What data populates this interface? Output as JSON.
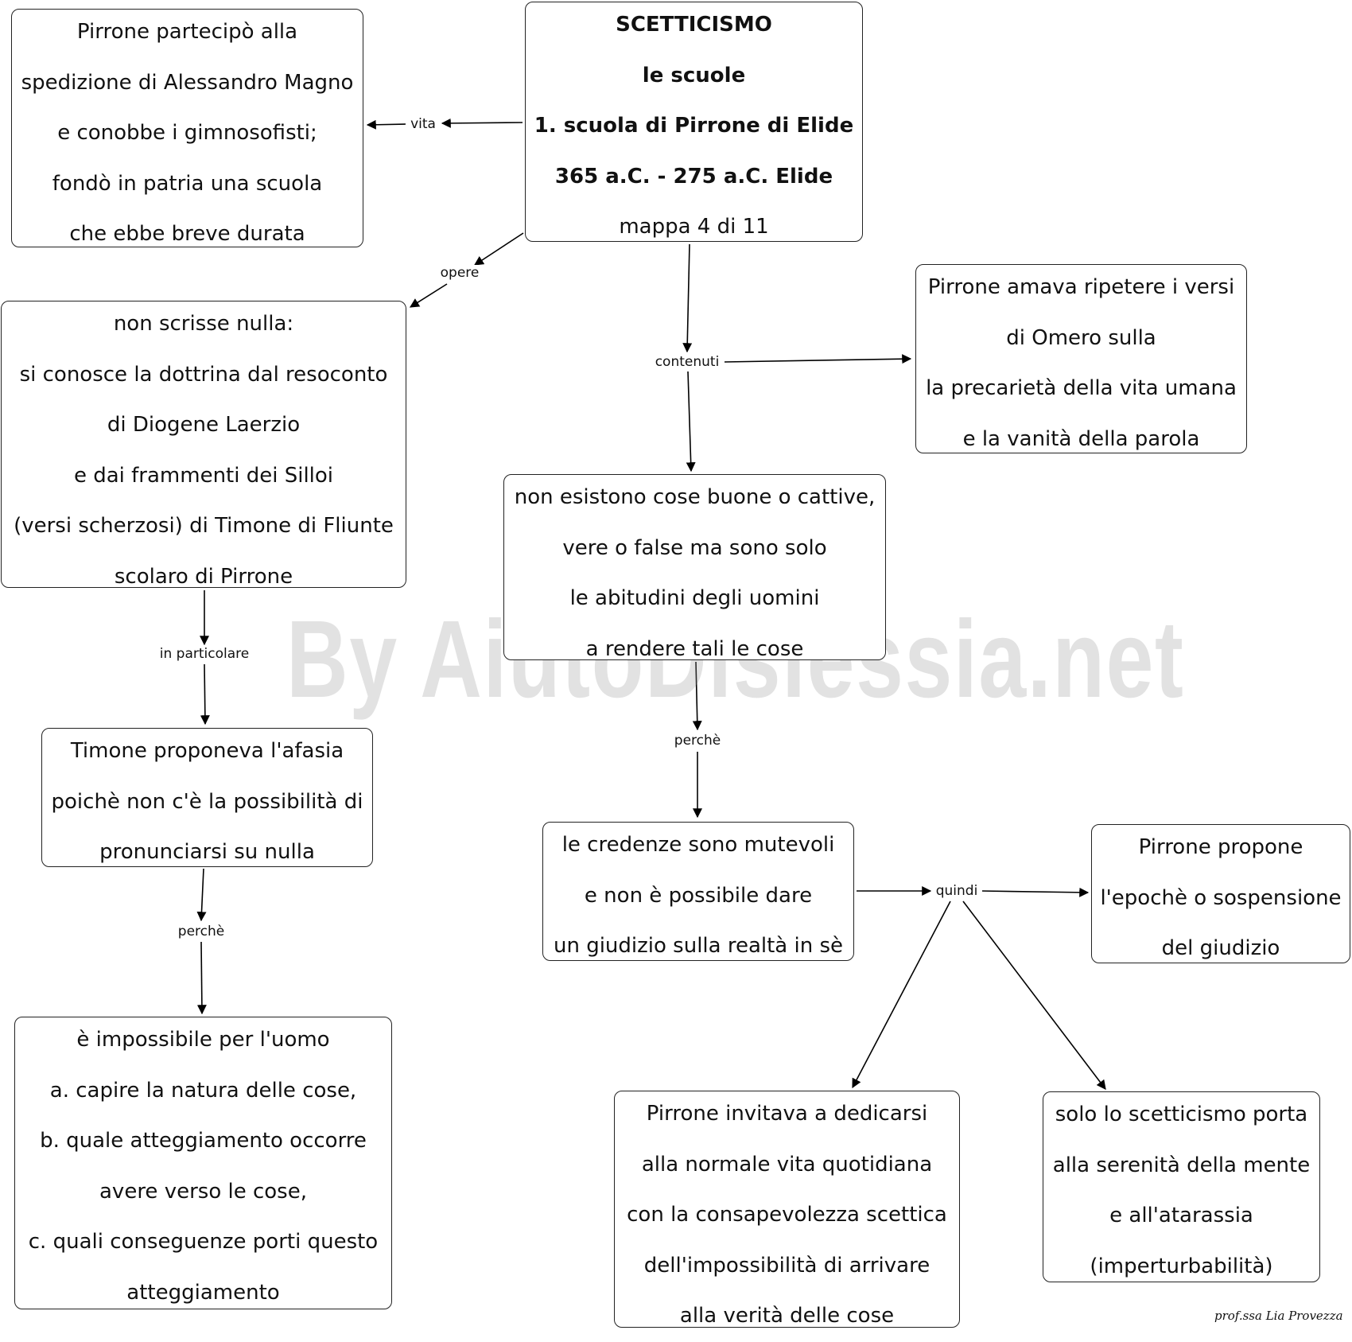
{
  "nodes": {
    "root": [
      "SCETTICISMO",
      "le scuole",
      "1. scuola di Pirrone di Elide",
      "365 a.C. - 275 a.C. Elide",
      "mappa 4 di 11"
    ],
    "vita": [
      "Pirrone partecipò alla",
      "spedizione di Alessandro Magno",
      "e conobbe i gimnosofisti;",
      "fondò in patria una scuola",
      "che ebbe breve durata"
    ],
    "opere": [
      "non scrisse nulla:",
      "si conosce la dottrina dal resoconto",
      "di Diogene Laerzio",
      "e dai frammenti dei Silloi",
      "(versi scherzosi) di Timone di Fliunte",
      "scolaro di Pirrone"
    ],
    "omero": [
      "Pirrone amava ripetere i versi",
      "di Omero sulla",
      "la precarietà della vita umana",
      "e la vanità della parola"
    ],
    "cose": [
      "non esistono cose buone o cattive,",
      "vere o false ma sono solo",
      "le abitudini degli uomini",
      "a rendere tali le cose"
    ],
    "timone": [
      "Timone proponeva l'afasia",
      "poichè non c'è la possibilità di",
      "pronunciarsi su nulla"
    ],
    "credenze": [
      "le credenze sono mutevoli",
      "e non è possibile dare",
      "un giudizio sulla realtà in sè"
    ],
    "epoche": [
      "Pirrone propone",
      "l'epochè o sospensione",
      "del giudizio"
    ],
    "uomo": [
      "è impossibile per l'uomo",
      "a. capire la natura delle cose,",
      "b. quale atteggiamento occorre",
      "avere verso le cose,",
      "c. quali conseguenze porti questo",
      "atteggiamento"
    ],
    "quotidiana": [
      "Pirrone invitava a dedicarsi",
      "alla normale vita quotidiana",
      "con la consapevolezza scettica",
      "dell'impossibilità di arrivare",
      "alla verità delle cose"
    ],
    "serenita": [
      "solo lo scetticismo porta",
      "alla serenità della mente",
      "e all'atarassia",
      "(imperturbabilità)"
    ]
  },
  "links": {
    "vita": "vita",
    "opere": "opere",
    "contenuti": "contenuti",
    "in_particolare": "in particolare",
    "perche_1": "perchè",
    "perche_2": "perchè",
    "quindi": "quindi"
  },
  "watermark": "By AiutoDislessia.net",
  "signature": "prof.ssa Lia Provezza"
}
